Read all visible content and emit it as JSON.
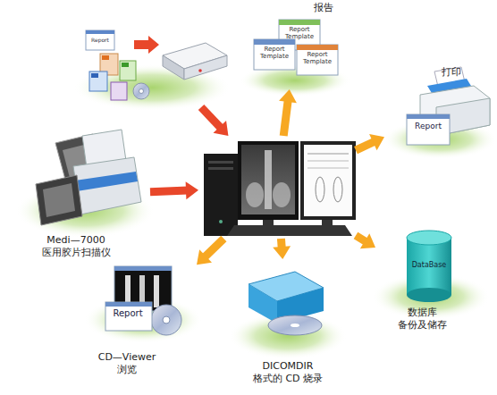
{
  "diagram": {
    "nodes": [
      {
        "text": [
          "Report"
        ]
      },
      {
        "text": [
          "Medi—7000 医用胶片扫描仪"
        ]
      },
      {
        "text": []
      },
      {
        "text": [
          "报告",
          "Report Template",
          "Report Template",
          "Report Template"
        ]
      },
      {
        "text": [
          "打印",
          "Report"
        ]
      },
      {
        "text": [
          "DataBase",
          "数据库 备份及储存"
        ]
      },
      {
        "text": [
          "DICOMDIR 格式的 CD 烧录"
        ]
      },
      {
        "text": [
          "Report",
          "CD—Viewer 浏览"
        ]
      }
    ],
    "edges": [
      {
        "from": 0,
        "to": 2,
        "arrow": "to"
      },
      {
        "from": 1,
        "to": 2,
        "arrow": "to"
      },
      {
        "from": 2,
        "to": 3,
        "arrow": "to"
      },
      {
        "from": 2,
        "to": 4,
        "arrow": "to"
      },
      {
        "from": 2,
        "to": 5,
        "arrow": "to"
      },
      {
        "from": 2,
        "to": 6,
        "arrow": "to"
      },
      {
        "from": 2,
        "to": 7,
        "arrow": "to"
      }
    ]
  }
}
